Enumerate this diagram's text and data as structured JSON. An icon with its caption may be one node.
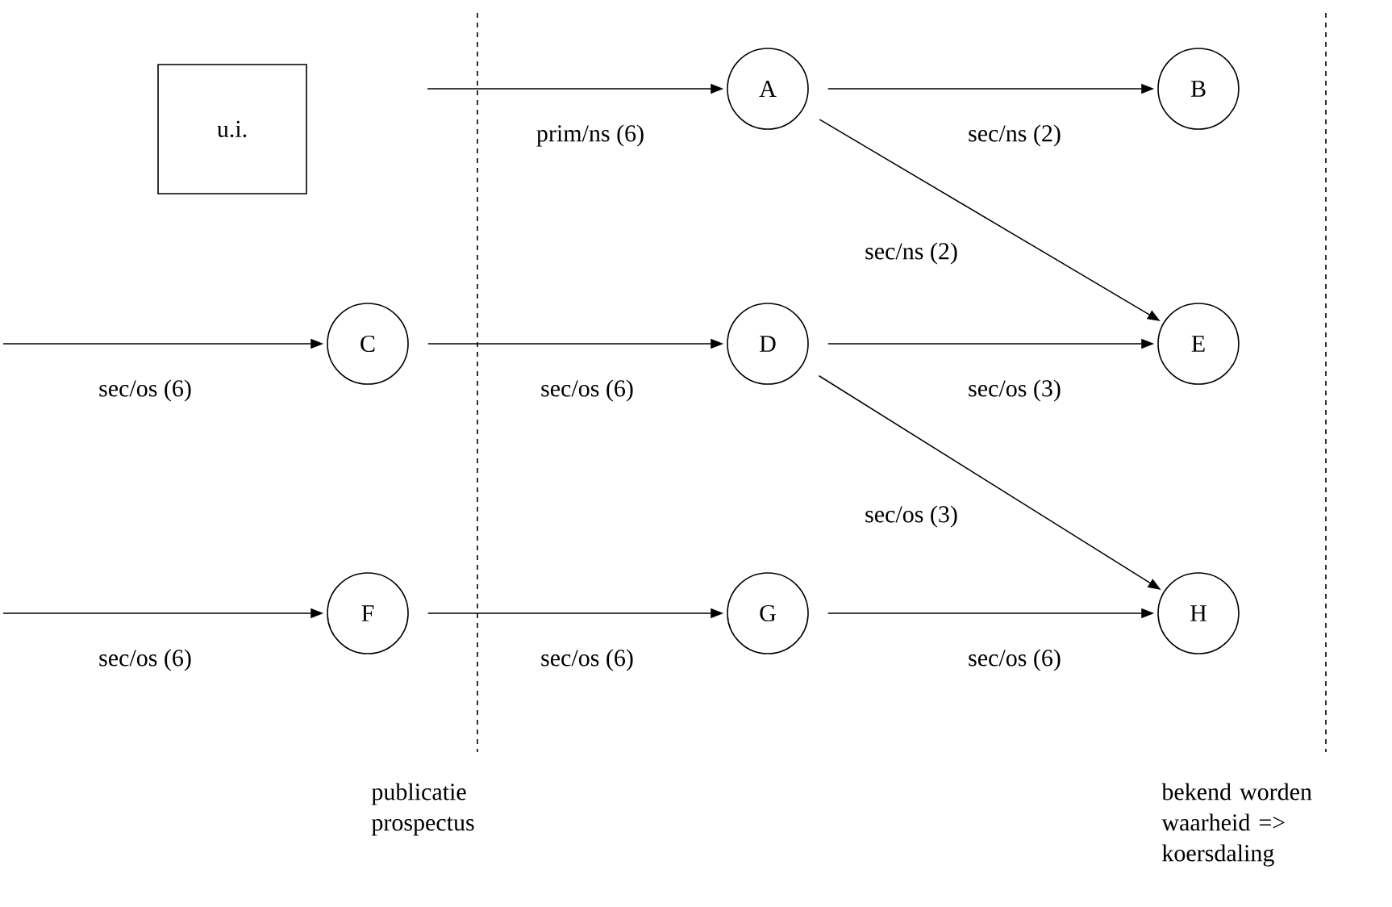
{
  "diagram": {
    "nodes": [
      {
        "text": [
          "u.i."
        ]
      },
      {
        "text": [
          "A"
        ]
      },
      {
        "text": [
          "B"
        ]
      },
      {
        "text": [
          "C"
        ]
      },
      {
        "text": [
          "D"
        ]
      },
      {
        "text": [
          "E"
        ]
      },
      {
        "text": [
          "F"
        ]
      },
      {
        "text": [
          "G"
        ]
      },
      {
        "text": [
          "H"
        ]
      }
    ],
    "edges": [
      {
        "from": null,
        "to": 1,
        "arrow": "to",
        "label": "prim/ns (6)"
      },
      {
        "from": 1,
        "to": 2,
        "arrow": "to",
        "label": "sec/ns (2)"
      },
      {
        "from": 1,
        "to": 5,
        "arrow": "to",
        "label": "sec/ns (2)"
      },
      {
        "from": null,
        "to": 3,
        "arrow": "to",
        "label": "sec/os (6)"
      },
      {
        "from": 3,
        "to": 4,
        "arrow": "to",
        "label": "sec/os (6)"
      },
      {
        "from": 4,
        "to": 5,
        "arrow": "to",
        "label": "sec/os (3)"
      },
      {
        "from": 4,
        "to": 8,
        "arrow": "to",
        "label": "sec/os (3)"
      },
      {
        "from": null,
        "to": 6,
        "arrow": "to",
        "label": "sec/os (6)"
      },
      {
        "from": 6,
        "to": 7,
        "arrow": "to",
        "label": "sec/os (6)"
      },
      {
        "from": 7,
        "to": 8,
        "arrow": "to",
        "label": "sec/os (6)"
      }
    ],
    "labels": [
      "publicatie prospectus",
      "bekend worden waarheid => koersdaling"
    ]
  }
}
